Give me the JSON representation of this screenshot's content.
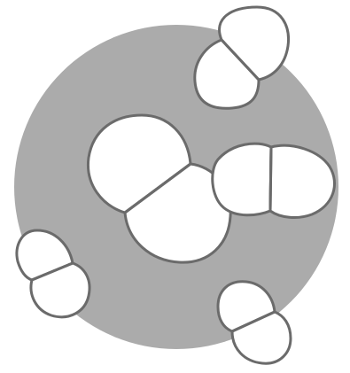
{
  "colors": {
    "disk_fill": "#ababab",
    "cell_fill": "#ffffff",
    "outline": "#6b6b6b",
    "background": "#ffffff"
  },
  "figure": {
    "disk_count": 1,
    "cell_clusters": [
      {
        "id": "top-right",
        "lobes": 2
      },
      {
        "id": "center-large",
        "lobes": 2
      },
      {
        "id": "right-middle",
        "lobes": 2
      },
      {
        "id": "left-bottom",
        "lobes": 2
      },
      {
        "id": "bottom-right",
        "lobes": 2
      }
    ]
  }
}
